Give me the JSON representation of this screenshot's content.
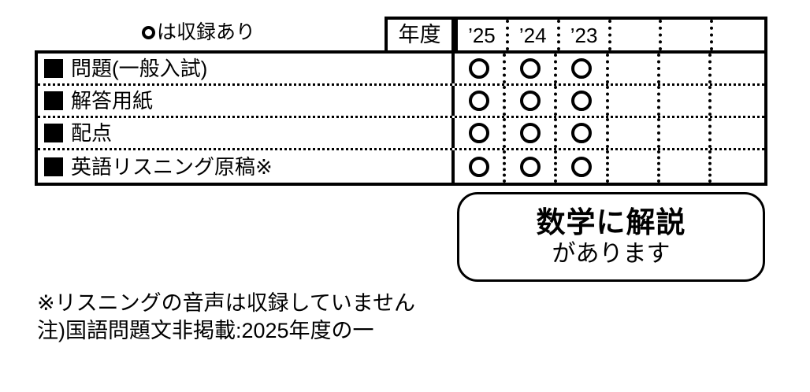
{
  "legend": {
    "icon": "circle-outline-icon",
    "text": "は収録あり"
  },
  "table": {
    "year_header_label": "年度",
    "year_columns": [
      "’25",
      "’24",
      "’23",
      "",
      "",
      ""
    ],
    "rows": [
      {
        "bullet": "filled-square-icon",
        "label": "問題(一般入試)",
        "marks": [
          "○",
          "○",
          "○",
          "",
          "",
          ""
        ]
      },
      {
        "bullet": "filled-square-icon",
        "label": "解答用紙",
        "marks": [
          "○",
          "○",
          "○",
          "",
          "",
          ""
        ]
      },
      {
        "bullet": "filled-square-icon",
        "label": "配点",
        "marks": [
          "○",
          "○",
          "○",
          "",
          "",
          ""
        ]
      },
      {
        "bullet": "filled-square-icon",
        "label": "英語リスニング原稿※",
        "marks": [
          "○",
          "○",
          "○",
          "",
          "",
          ""
        ]
      }
    ]
  },
  "callout": {
    "line1": "数学に解説",
    "line2": "があります"
  },
  "notes": [
    "※リスニングの音声は収録していません",
    "注)国語問題文非掲載:2025年度の一"
  ],
  "colors": {
    "ink": "#000000",
    "paper": "#ffffff"
  }
}
